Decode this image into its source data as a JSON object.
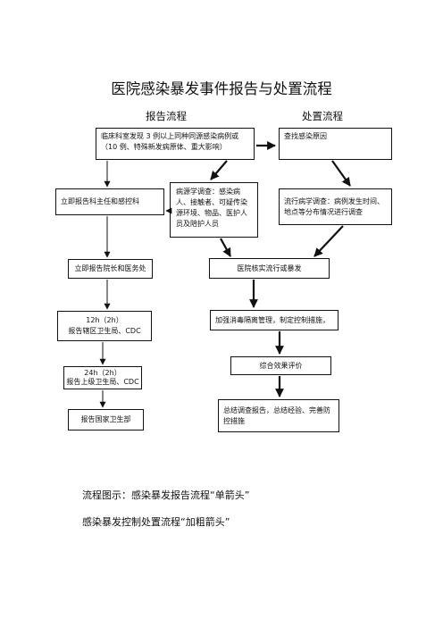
{
  "title": "医院感染暴发事件报告与处置流程",
  "headers": {
    "report": "报告流程",
    "handle": "处置流程"
  },
  "boxes": {
    "clinical": "临床科室发现 3 例以上同种同源感染病例或（10 例、特殊新发病原体、重大影响）",
    "find_cause": "查找感染原因",
    "report_dept": "立即报告科主任和感控科",
    "etiology": "病源学调查：感染病人、接触者、可疑传染源环境、物品、医护人员及陪护人员",
    "epidemiology": "流行病学调查：病例发生时间、地点等分布情况进行调查",
    "report_dean": "立即报告院长和医务处",
    "verify": "医院核实流行或暴发",
    "report_local_time": "12h（2h）",
    "report_local_text": "报告辖区卫生局、CDC",
    "control": "加强消毒隔离管理，制定控制措施，",
    "evaluate": "综合效果评价",
    "report_upper_time": "24h（2h）",
    "report_upper_text": "报告上级卫生局、CDC",
    "summary": "总结调查报告，总结经验、完善防控措施",
    "report_national": "报告国家卫生部"
  },
  "notes": {
    "line1": "流程图示：感染暴发报告流程“单箭头”",
    "line2": "感染暴发控制处置流程“加粗箭头”"
  }
}
